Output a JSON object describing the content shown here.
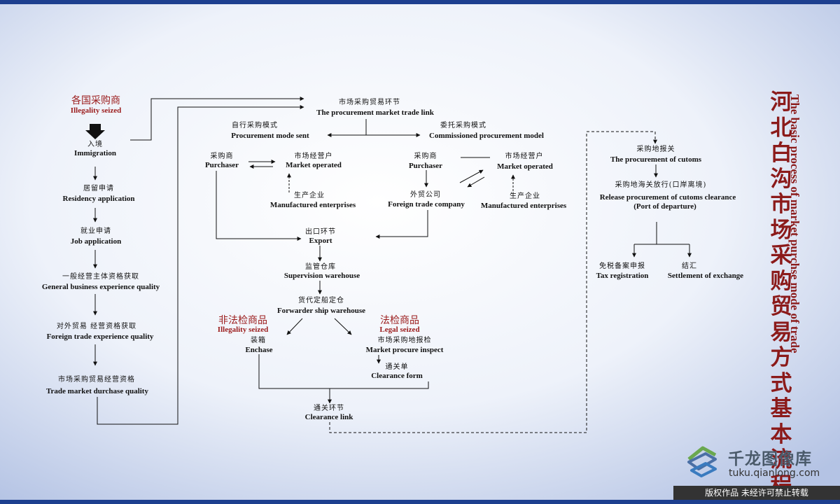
{
  "title": {
    "zh": "河北白沟市场采购贸易方式基本流程",
    "en": "The basic process of market purchse mode of trade"
  },
  "left_column": {
    "buyers_zh": "各国采购商",
    "buyers_en": "Illegality seized",
    "immigration_zh": "入境",
    "immigration_en": "Immigration",
    "residency_zh": "居留申请",
    "residency_en": "Residency application",
    "job_zh": "就业申请",
    "job_en": "Job application",
    "general_zh": "一般经营主体资格获取",
    "general_en": "General business experience quality",
    "foreign_zh": "对外贸易 经营资格获取",
    "foreign_en": "Foreign trade experience quality",
    "market_zh": "市场采购贸易经营资格",
    "market_en": "Trade market durchase quality"
  },
  "middle": {
    "link_zh": "市场采购贸易环节",
    "link_en": "The procurement market trade link",
    "self_mode_zh": "自行采购模式",
    "self_mode_en": "Procurement mode sent",
    "commissioned_zh": "委托采购模式",
    "commissioned_en": "Commissioned procurement model",
    "purchaser1_zh": "采购商",
    "purchaser1_en": "Purchaser",
    "operated1_zh": "市场经营户",
    "operated1_en": "Market operated",
    "mfg1_zh": "生产企业",
    "mfg1_en": "Manufactured enterprises",
    "purchaser2_zh": "采购商",
    "purchaser2_en": "Purchaser",
    "operated2_zh": "市场经营户",
    "operated2_en": "Market operated",
    "ftc_zh": "外贸公司",
    "ftc_en": "Foreign trade company",
    "mfg2_zh": "生产企业",
    "mfg2_en": "Manufactured enterprises",
    "export_zh": "出口环节",
    "export_en": "Export",
    "warehouse_zh": "监管仓库",
    "warehouse_en": "Supervision warehouse",
    "forwarder_zh": "货代定船定仓",
    "forwarder_en": "Forwarder ship warehouse",
    "illegal_zh": "非法检商品",
    "illegal_en": "Illegality seized",
    "legal_zh": "法检商品",
    "legal_en": "Legal seized",
    "enchase_zh": "装箱",
    "enchase_en": "Enchase",
    "inspect_zh": "市场采购地报检",
    "inspect_en": "Market procure inspect",
    "form_zh": "通关单",
    "form_en": "Clearance form",
    "clearance_zh": "通关环节",
    "clearance_en": "Clearance link"
  },
  "right": {
    "customs_zh": "采购地报关",
    "customs_en": "The procurement of cutoms",
    "release_zh": "采购地海关放行(口岸离境)",
    "release_en": "Release procurement of cutoms clearance",
    "release_en2": "(Port of departure)",
    "tax_zh": "免税备案申报",
    "tax_en": "Tax registration",
    "exchange_zh": "结汇",
    "exchange_en": "Settlement of exchange"
  },
  "brand": {
    "name": "千龙图像库",
    "url": "tuku.qianlong.com",
    "copyright": "版权作品 未经许可禁止转载"
  },
  "colors": {
    "accent_red": "#9b1c1c",
    "frame_blue": "#1d3f8f"
  }
}
